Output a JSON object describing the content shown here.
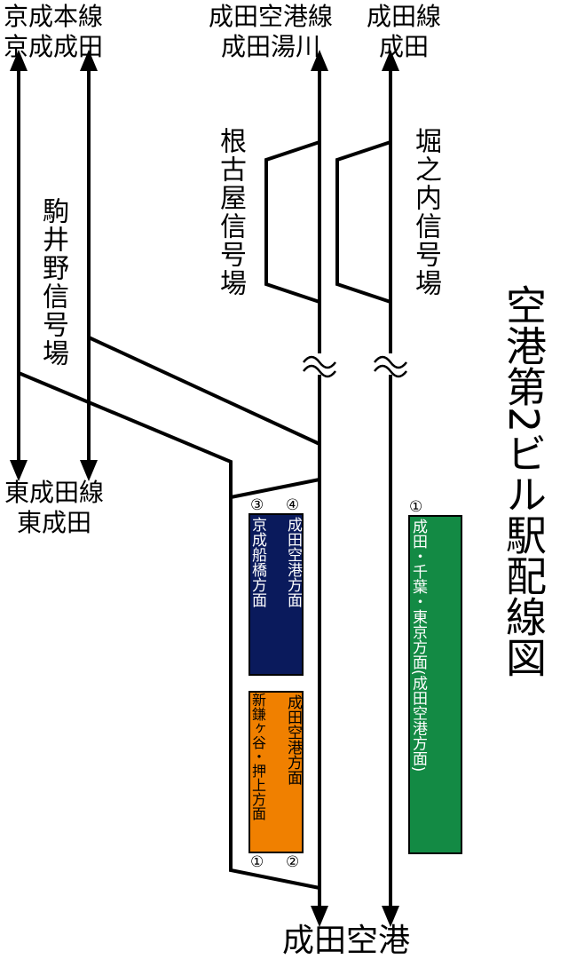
{
  "title": "空港第2ビル駅配線図",
  "top_labels": {
    "keisei_main": {
      "line": "京成本線",
      "station": "京成成田"
    },
    "sky_access": {
      "line": "成田空港線",
      "station": "成田湯川"
    },
    "jr_narita": {
      "line": "成田線",
      "station": "成田"
    }
  },
  "bottom_left_label": {
    "line": "東成田線",
    "station": "東成田"
  },
  "bottom_label": "成田空港",
  "signal_stations": {
    "komaino": "駒井野信号場",
    "negoya": "根古屋信号場",
    "horinouchi": "堀之内信号場"
  },
  "platforms": {
    "keisei_upper": {
      "color": "#0a1a5c",
      "left_track": "③",
      "right_track": "④",
      "left_text": "京成船橋方面",
      "right_text": "成田空港方面"
    },
    "keisei_lower": {
      "color": "#f08000",
      "left_track": "①",
      "right_track": "②",
      "left_text": "新鎌ヶ谷・押上方面",
      "right_text": "成田空港方面"
    },
    "jr": {
      "color": "#138a44",
      "track": "①",
      "text": "成田・千葉・東京方面(成田空港方面)"
    }
  }
}
